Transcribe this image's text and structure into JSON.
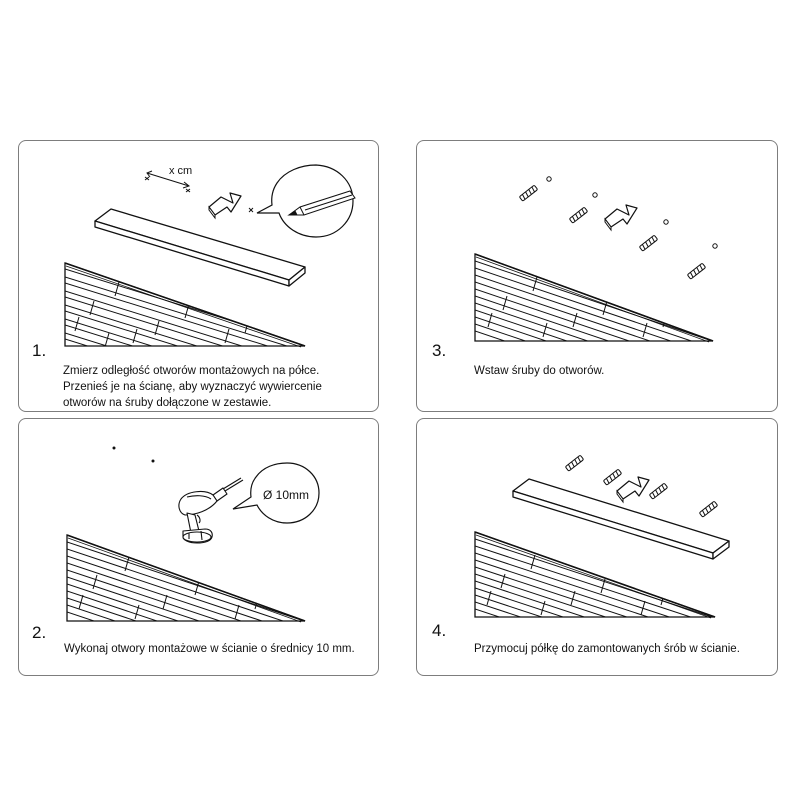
{
  "steps": [
    {
      "number": "1.",
      "caption_lines": [
        "Zmierz odległość otworów montażowych na półce.",
        "Przenieś je na ścianę, aby wyznaczyć wywiercenie",
        "otworów na śruby dołączone w zestawie."
      ],
      "measure_label": "x cm"
    },
    {
      "number": "2.",
      "caption_lines": [
        "Wykonaj otwory montażowe w ścianie o średnicy 10 mm."
      ],
      "drill_label": "Ø 10mm"
    },
    {
      "number": "3.",
      "caption_lines": [
        "Wstaw śruby do otworów."
      ]
    },
    {
      "number": "4.",
      "caption_lines": [
        "Przymocuj półkę do zamontowanych śrób w ścianie."
      ]
    }
  ]
}
